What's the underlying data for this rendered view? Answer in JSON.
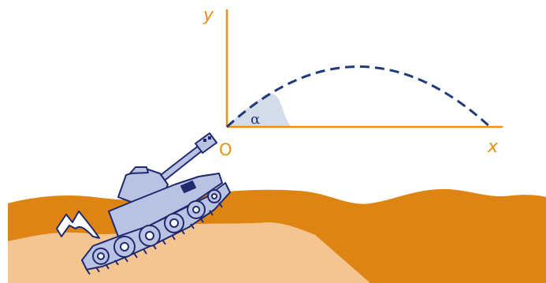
{
  "diagram": {
    "labels": {
      "y_axis": "y",
      "x_axis": "x",
      "origin": "O",
      "angle": "α"
    },
    "colors": {
      "axis": "#e8920f",
      "trajectory": "#1f3a78",
      "angle_fill": "#d4dcea",
      "ground_dark": "#de8412",
      "ground_light": "#f4c590",
      "tank_fill": "#b9c2e2",
      "tank_stroke": "#1f2a6e"
    },
    "elements": {
      "tank": "tank",
      "trajectory": "dashed-parabola",
      "angle_wedge": "launch-angle"
    }
  }
}
